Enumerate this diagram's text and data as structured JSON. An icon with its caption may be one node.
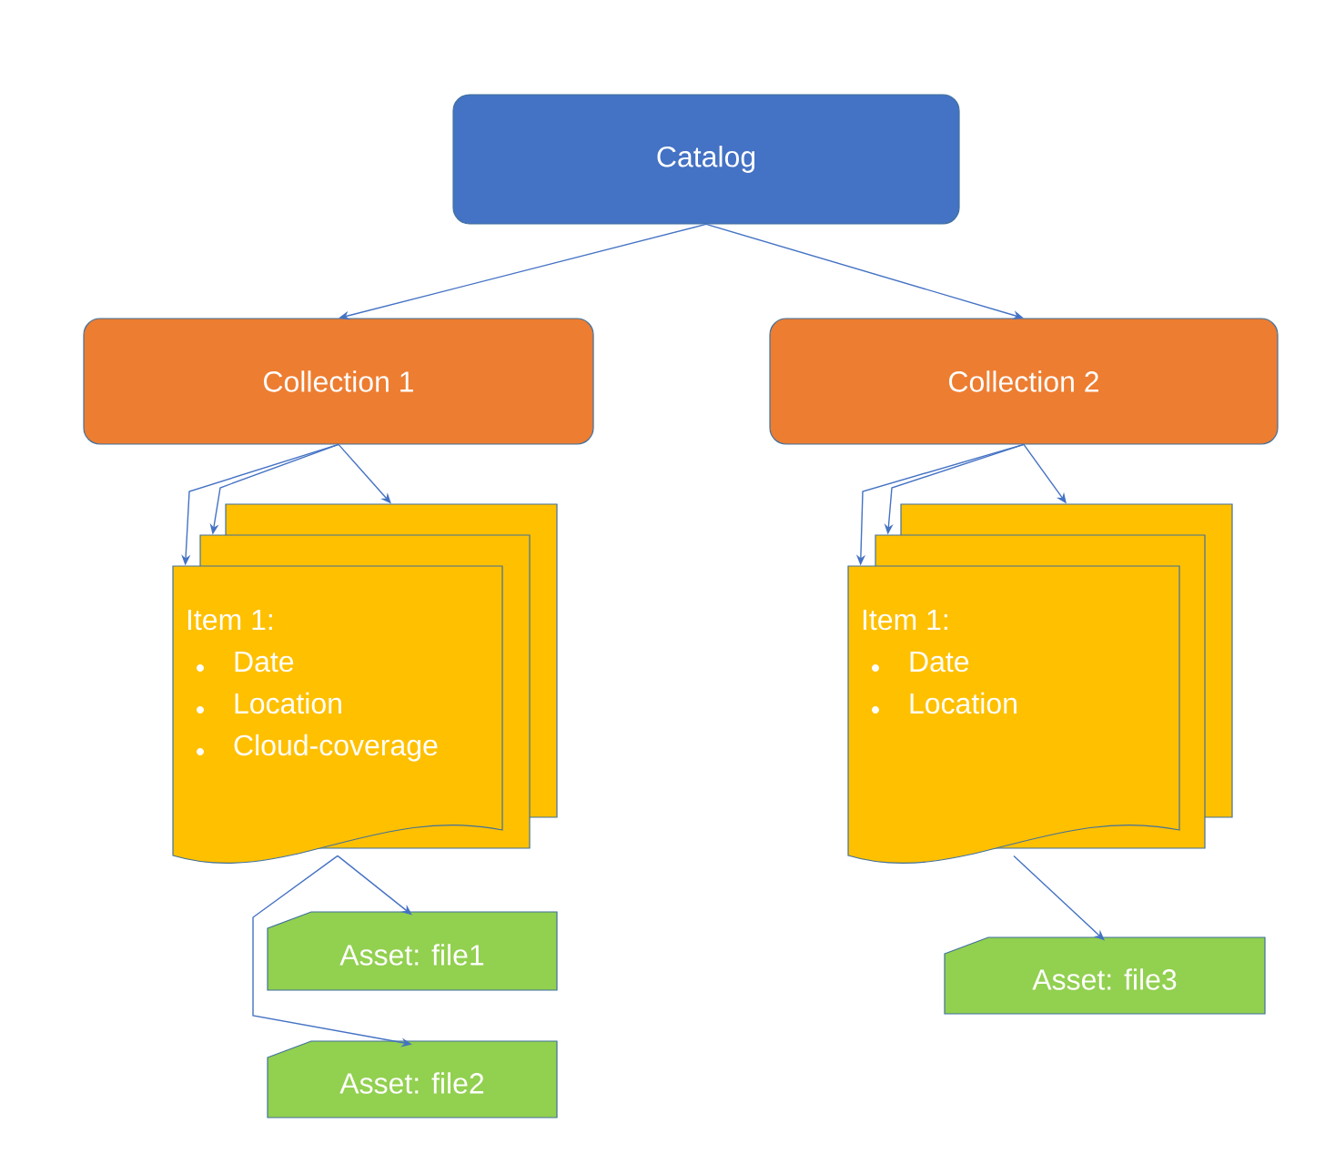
{
  "diagram": {
    "nodes": [
      {
        "text": [
          "Catalog"
        ]
      },
      {
        "text": [
          "Collection 1"
        ]
      },
      {
        "text": [
          "Collection 2"
        ]
      },
      {
        "text": [
          "Item 1:",
          "Date",
          "Location",
          "Cloud-coverage"
        ]
      },
      {
        "text": [],
        "shape": "box"
      },
      {
        "text": [],
        "shape": "box"
      },
      {
        "text": [
          "Item 1:",
          "Date",
          "Location"
        ]
      },
      {
        "text": [],
        "shape": "box"
      },
      {
        "text": [],
        "shape": "box"
      },
      {
        "text": [
          "Asset: file1"
        ]
      },
      {
        "text": [
          "Asset: file2"
        ]
      },
      {
        "text": [
          "Asset: file3"
        ]
      }
    ],
    "edges": [
      {
        "from": 0,
        "to": 1,
        "arrow": "to"
      },
      {
        "from": 0,
        "to": 2,
        "arrow": "to"
      },
      {
        "from": 1,
        "to": 5,
        "arrow": "to"
      },
      {
        "from": 1,
        "to": 4,
        "arrow": "to"
      },
      {
        "from": 1,
        "to": 3,
        "arrow": "to"
      },
      {
        "from": 2,
        "to": 8,
        "arrow": "to"
      },
      {
        "from": 2,
        "to": 7,
        "arrow": "to"
      },
      {
        "from": 2,
        "to": 6,
        "arrow": "to"
      },
      {
        "from": 3,
        "to": 9,
        "arrow": "to"
      },
      {
        "from": 3,
        "to": 10,
        "arrow": "to"
      },
      {
        "from": 6,
        "to": 11,
        "arrow": "to"
      }
    ]
  }
}
